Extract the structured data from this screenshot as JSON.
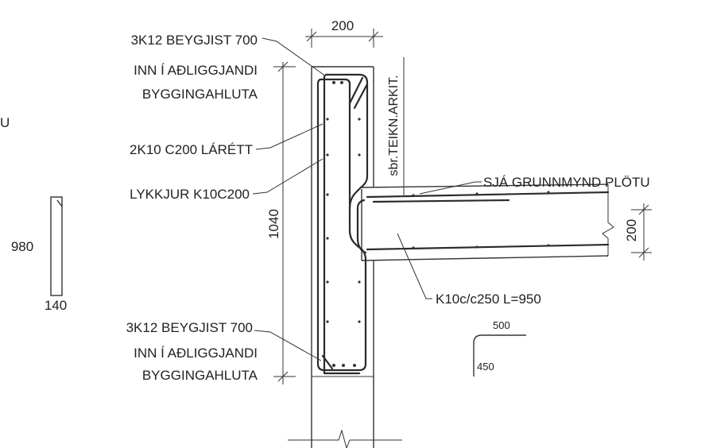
{
  "drawing": {
    "labels": {
      "top_bar": "3K12 BEYGJIST 700",
      "top_bar_line2": "INN Í AÐLIGGJANDI",
      "top_bar_line3": "BYGGINGAHLUTA",
      "horizontal_bars": "2K10 C200 LÁRÉTT",
      "loops": "LYKKJUR K10C200",
      "bottom_bar": "3K12 BEYGJIST 700",
      "bottom_bar_line2": "INN Í AÐLIGGJANDI",
      "bottom_bar_line3": "BYGGINGAHLUTA",
      "slab_ref": "SJÁ GRUNNMYND PLÖTU",
      "arch_ref": "sbr.TEIKN.ARKIT.",
      "slab_bar": "K10c/c250 L=950",
      "cut_letter": "U"
    },
    "dimensions": {
      "wall_width": "200",
      "wall_height": "1040",
      "slab_thickness": "200",
      "detail_height": "980",
      "detail_width": "140",
      "bend_horizontal": "500",
      "bend_vertical": "450"
    }
  }
}
